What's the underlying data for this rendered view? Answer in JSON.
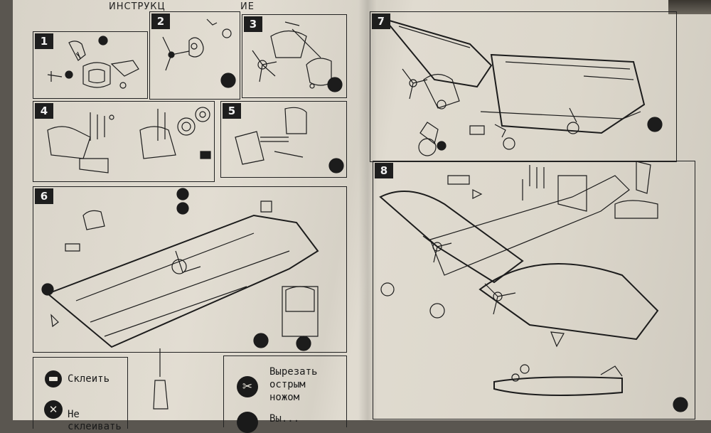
{
  "header": {
    "title_left": "ИНСТРУКЦ",
    "title_right": "ИЕ"
  },
  "steps": [
    "1",
    "2",
    "3",
    "4",
    "5",
    "6",
    "7",
    "8"
  ],
  "legend": {
    "glue": "Склеить",
    "no_glue": "Не склеивать",
    "cut": [
      "Вырезать",
      "острым",
      "ножом"
    ],
    "cut_trailing": "Вы..."
  }
}
